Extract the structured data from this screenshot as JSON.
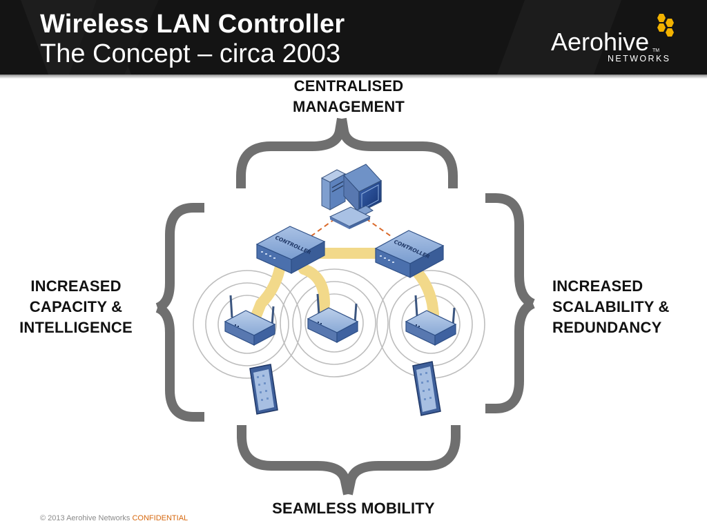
{
  "header": {
    "title": "Wireless LAN Controller",
    "subtitle": "The Concept – circa 2003",
    "logo": {
      "wordmark": "Aerohive",
      "trademark": "TM",
      "tagline": "NETWORKS",
      "hex_color": "#f2b200"
    }
  },
  "callouts": {
    "top": [
      "CENTRALISED",
      "MANAGEMENT"
    ],
    "left": [
      "INCREASED",
      "CAPACITY &",
      "INTELLIGENCE"
    ],
    "right": [
      "INCREASED",
      "SCALABILITY &",
      "REDUNDANCY"
    ],
    "bottom": [
      "SEAMLESS MOBILITY"
    ]
  },
  "devices": {
    "controller_label": "CONTROLLER",
    "icons": [
      "computer-icon",
      "controller-icon",
      "access-point-icon",
      "tablet-icon"
    ]
  },
  "colors": {
    "bracket": "#6f6f6f",
    "device_blue": "#6f92c7",
    "link_yellow": "#f2d98a",
    "dashed_link": "#d9692a",
    "ring": "#b5b5b5"
  },
  "footer": {
    "copyright": "© 2013 Aerohive Networks",
    "confidential": "CONFIDENTIAL"
  }
}
